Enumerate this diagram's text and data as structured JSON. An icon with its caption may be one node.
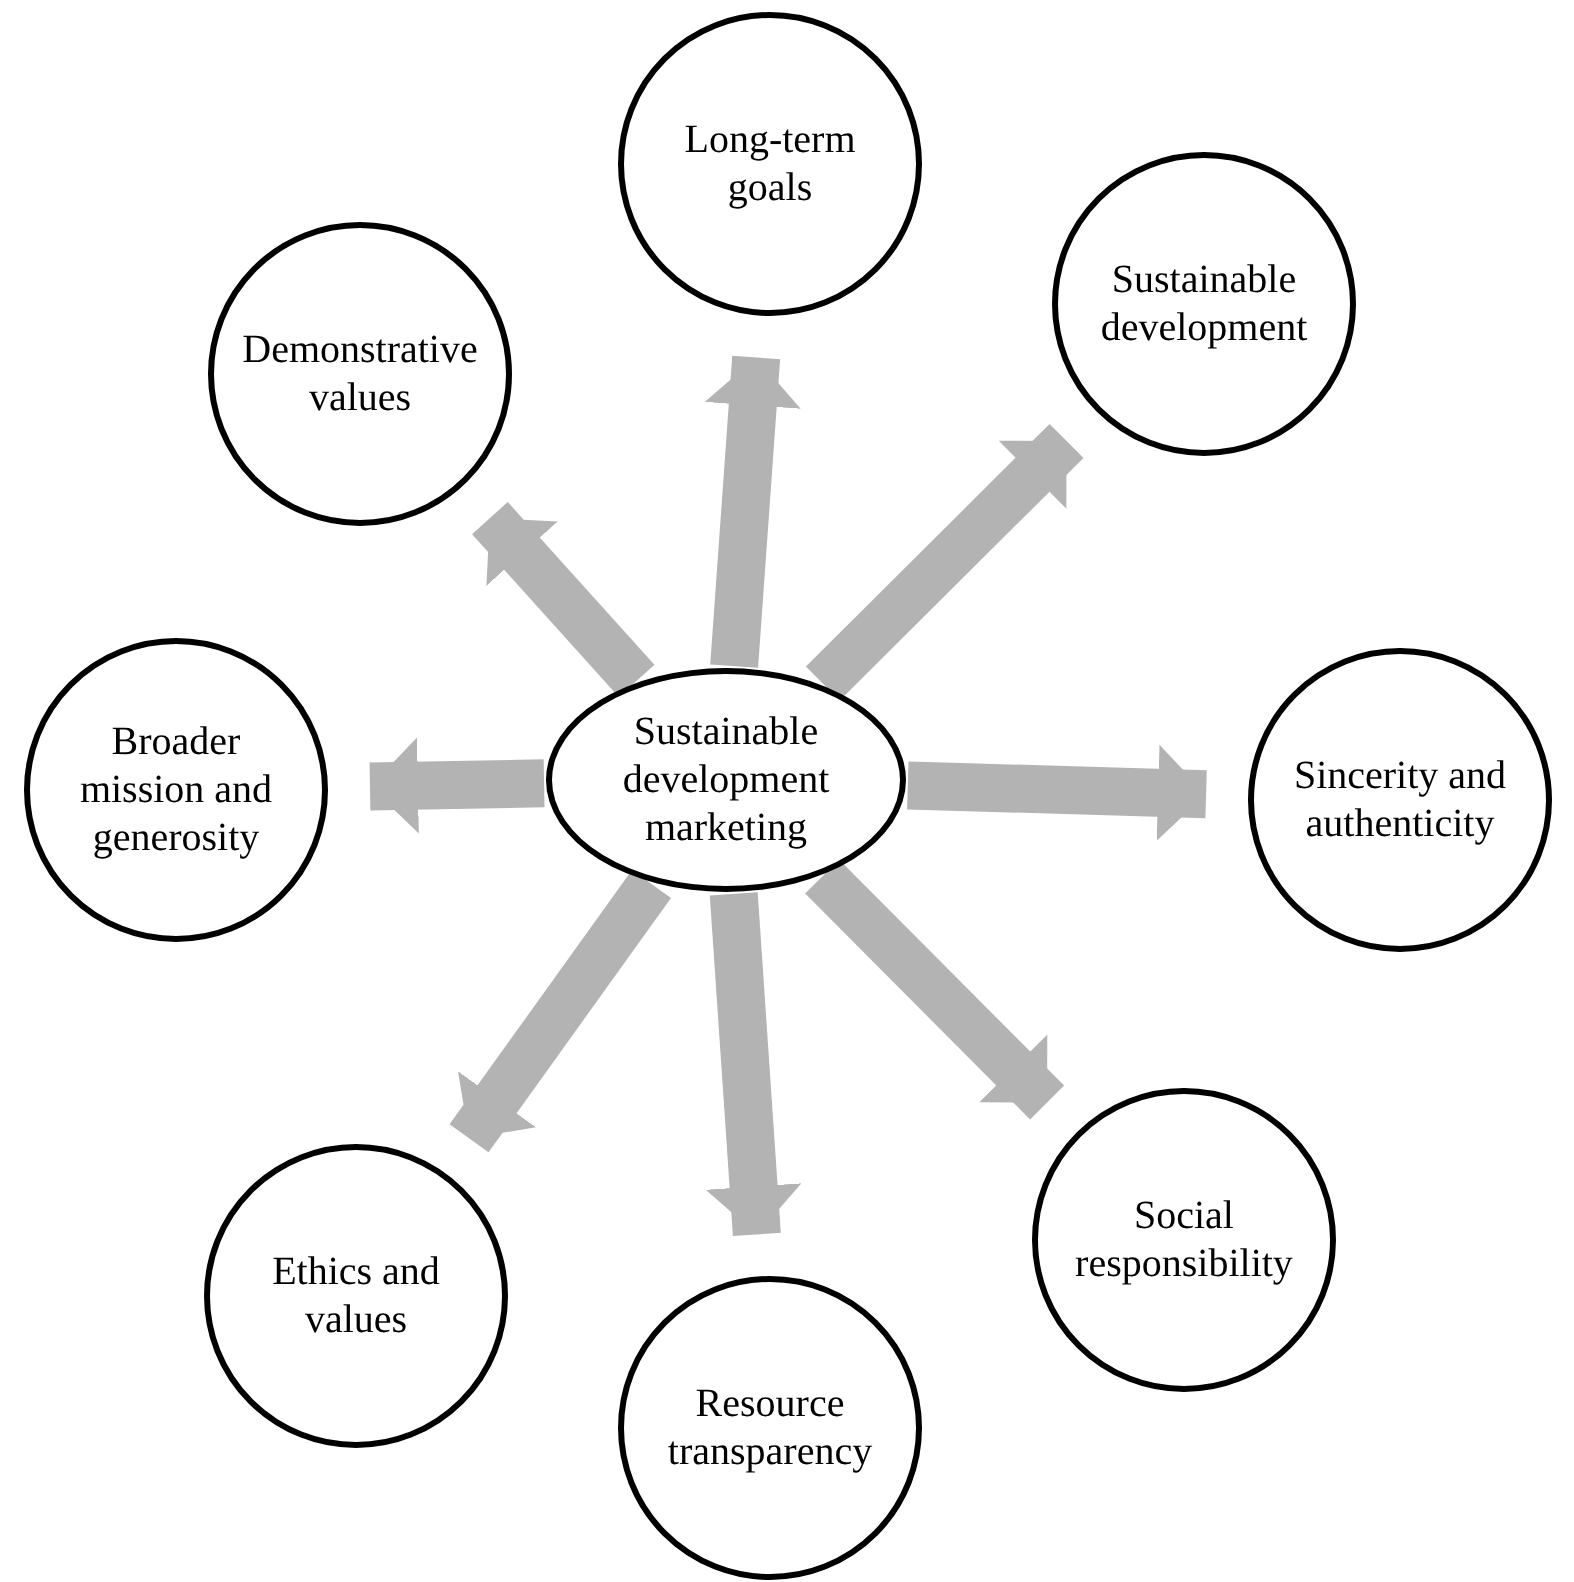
{
  "diagram": {
    "nodes": [
      {
        "text": [
          "Sustainable development marketing"
        ]
      },
      {
        "text": [
          "Long-term goals"
        ]
      },
      {
        "text": [
          "Sustainable development"
        ]
      },
      {
        "text": [
          "Sincerity and authenticity"
        ]
      },
      {
        "text": [
          "Social responsibility"
        ]
      },
      {
        "text": [
          "Resource transparency"
        ]
      },
      {
        "text": [
          "Ethics and values"
        ]
      },
      {
        "text": [
          "Broader mission and generosity"
        ]
      },
      {
        "text": [
          "Demonstrative values"
        ]
      }
    ],
    "edges": [
      {
        "from": 0,
        "to": 1,
        "arrow": "to"
      },
      {
        "from": 0,
        "to": 2,
        "arrow": "to"
      },
      {
        "from": 0,
        "to": 3,
        "arrow": "to"
      },
      {
        "from": 0,
        "to": 4,
        "arrow": "to"
      },
      {
        "from": 0,
        "to": 5,
        "arrow": "to"
      },
      {
        "from": 0,
        "to": 6,
        "arrow": "to"
      },
      {
        "from": 0,
        "to": 7,
        "arrow": "to"
      },
      {
        "from": 0,
        "to": 8,
        "arrow": "to"
      }
    ]
  }
}
